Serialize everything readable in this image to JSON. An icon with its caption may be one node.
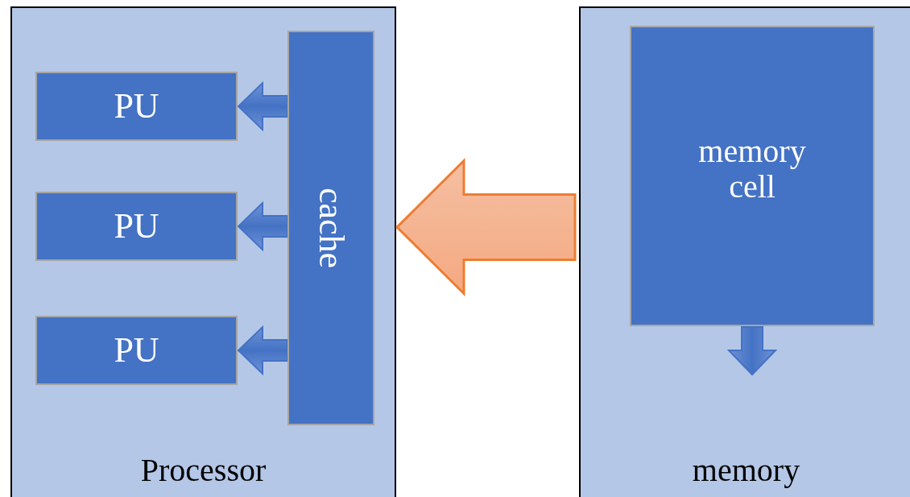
{
  "diagram": {
    "nodes": [
      {
        "text": [
          "Processor"
        ]
      },
      {
        "text": [
          "PU"
        ],
        "in": 0
      },
      {
        "text": [
          "PU"
        ],
        "in": 0
      },
      {
        "text": [
          "PU"
        ],
        "in": 0
      },
      {
        "text": [
          "cache"
        ],
        "in": 0
      },
      {
        "text": [
          "memory"
        ]
      },
      {
        "text": [
          "memory cell"
        ],
        "in": 5
      }
    ],
    "edges": [
      {
        "from": 4,
        "to": 1,
        "arrow": "to"
      },
      {
        "from": 4,
        "to": 2,
        "arrow": "to"
      },
      {
        "from": 4,
        "to": 3,
        "arrow": "to"
      },
      {
        "from": 5,
        "to": 0,
        "arrow": "to",
        "style": "thick",
        "color": "#ed7d31"
      },
      {
        "from": 6,
        "to": null,
        "arrow": "to"
      }
    ]
  }
}
